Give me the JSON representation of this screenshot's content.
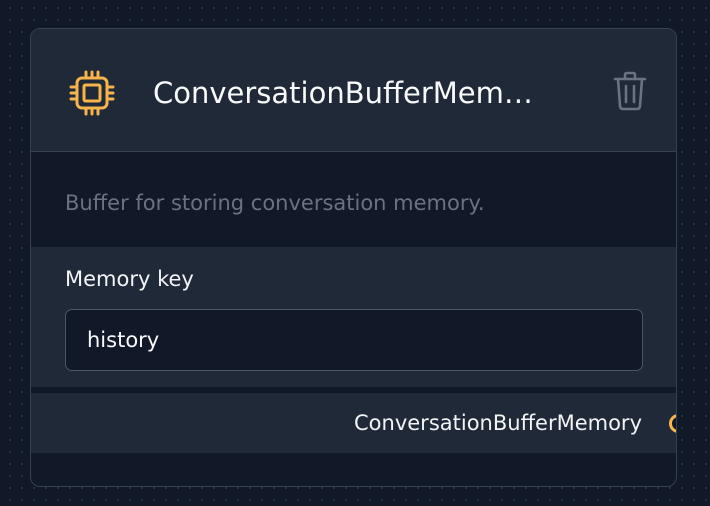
{
  "node": {
    "title": "ConversationBufferMemory",
    "icon": "chip-icon",
    "delete_icon": "trash-icon",
    "description": "Buffer for storing conversation memory.",
    "params": [
      {
        "label": "Memory key",
        "value": "history"
      }
    ],
    "output": {
      "label": "ConversationBufferMemory"
    }
  },
  "colors": {
    "background": "#111827",
    "header": "#1f2937",
    "accent": "#f6b44b",
    "muted_text": "#6b7280",
    "border": "#374151"
  }
}
